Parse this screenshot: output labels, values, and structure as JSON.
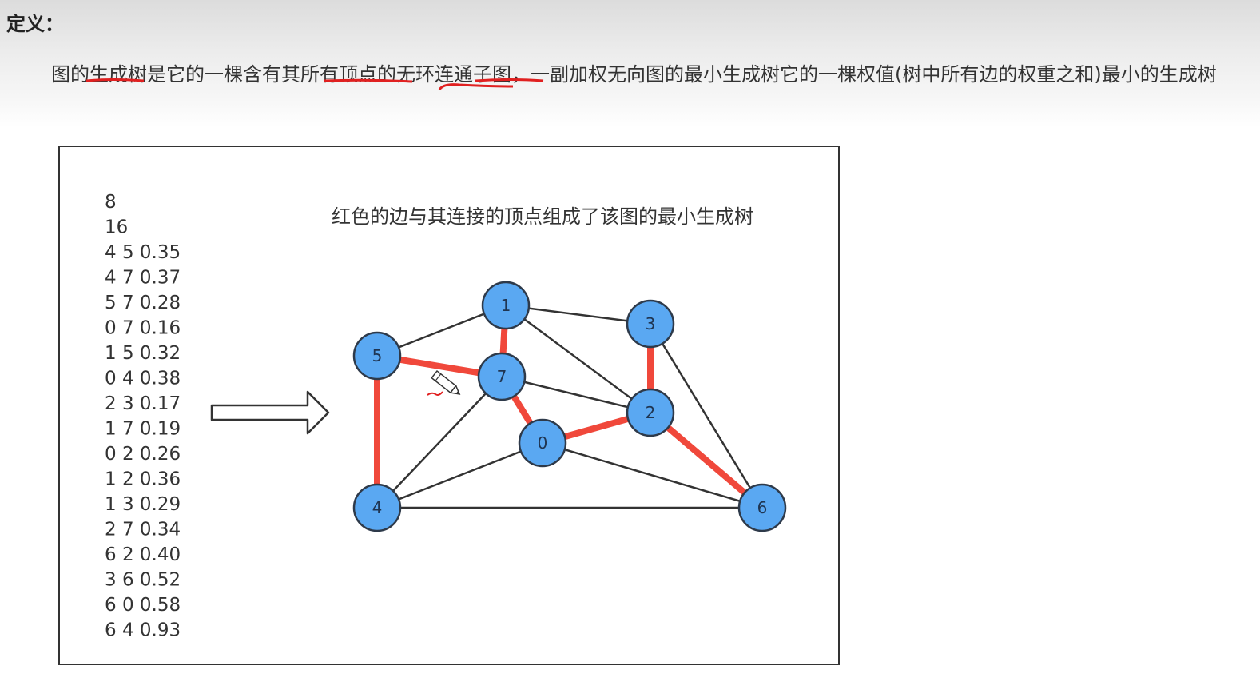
{
  "heading": "定义：",
  "definition": "图的生成树是它的一棵含有其所有顶点的无环连通子图，一副加权无向图的最小生成树它的一棵权值(树中所有边的权重之和)最小的生成树",
  "figure": {
    "caption": "红色的边与其连接的顶点组成了该图的最小生成树",
    "input_lines": [
      "8",
      "16",
      "4 5 0.35",
      "4 7 0.37",
      "5 7 0.28",
      "0 7 0.16",
      "1 5 0.32",
      "0 4 0.38",
      "2 3 0.17",
      "1 7 0.19",
      "0 2 0.26",
      "1 2 0.36",
      "1 3 0.29",
      "2 7 0.34",
      "6 2 0.40",
      "3 6 0.52",
      "6 0 0.58",
      "6 4 0.93"
    ],
    "nodes": [
      "0",
      "1",
      "2",
      "3",
      "4",
      "5",
      "6",
      "7"
    ],
    "edges": [
      {
        "from": "4",
        "to": "5",
        "mst": true
      },
      {
        "from": "4",
        "to": "7",
        "mst": false
      },
      {
        "from": "5",
        "to": "7",
        "mst": true
      },
      {
        "from": "0",
        "to": "7",
        "mst": true
      },
      {
        "from": "1",
        "to": "5",
        "mst": false
      },
      {
        "from": "0",
        "to": "4",
        "mst": false
      },
      {
        "from": "2",
        "to": "3",
        "mst": true
      },
      {
        "from": "1",
        "to": "7",
        "mst": true
      },
      {
        "from": "0",
        "to": "2",
        "mst": true
      },
      {
        "from": "1",
        "to": "2",
        "mst": false
      },
      {
        "from": "1",
        "to": "3",
        "mst": false
      },
      {
        "from": "2",
        "to": "7",
        "mst": false
      },
      {
        "from": "6",
        "to": "2",
        "mst": true
      },
      {
        "from": "3",
        "to": "6",
        "mst": false
      },
      {
        "from": "6",
        "to": "0",
        "mst": false
      },
      {
        "from": "6",
        "to": "4",
        "mst": false
      }
    ],
    "colors": {
      "mst_edge": "#f0483b",
      "edge": "#333333",
      "node_fill": "#5aa8f2",
      "node_stroke": "#2e3a4a",
      "underline": "#e02020"
    }
  }
}
